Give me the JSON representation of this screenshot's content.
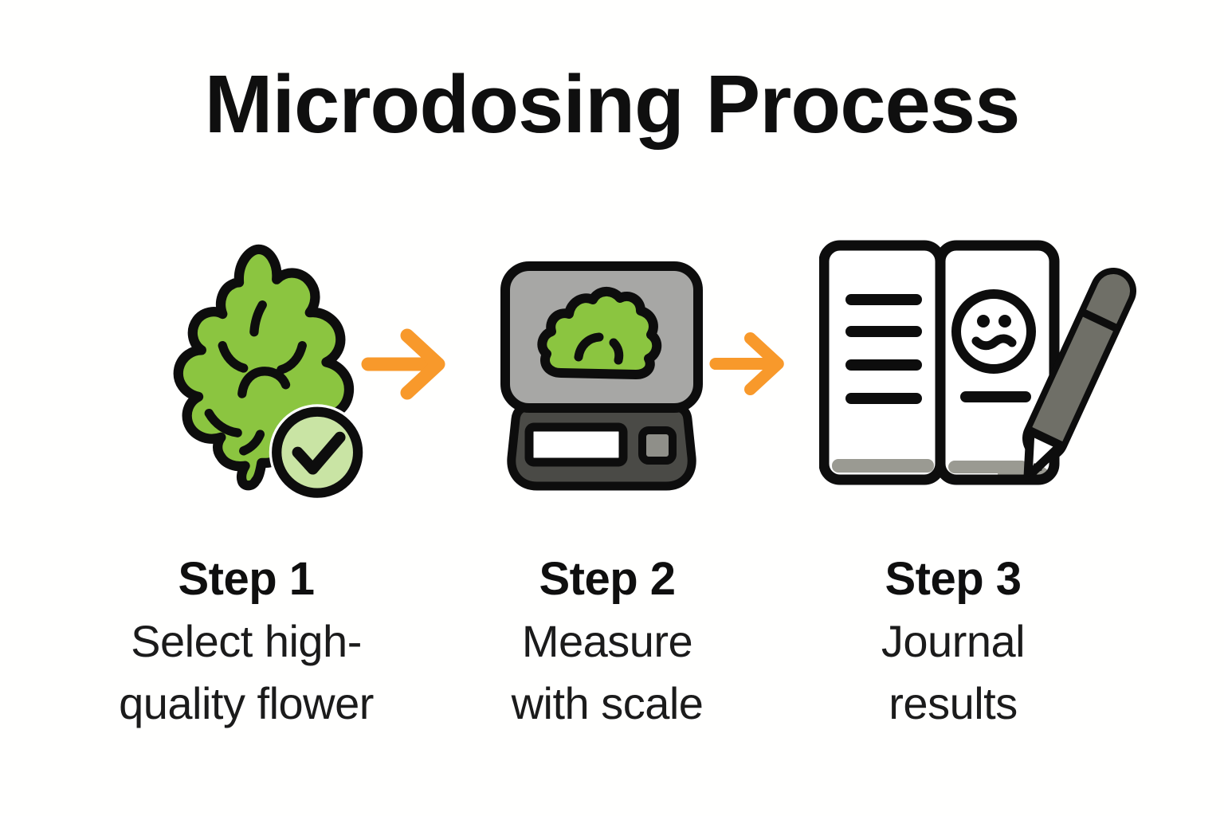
{
  "title": "Microdosing Process",
  "steps": [
    {
      "label": "Step 1",
      "description_lines": [
        "Select high-",
        "quality flower"
      ],
      "icon": "flower-with-checkmark-icon"
    },
    {
      "label": "Step 2",
      "description_lines": [
        "Measure",
        "with scale"
      ],
      "icon": "weighing-scale-icon"
    },
    {
      "label": "Step 3",
      "description_lines": [
        "Journal",
        "results"
      ],
      "icon": "journal-with-pen-icon"
    }
  ],
  "arrows": {
    "count": 2,
    "direction": "right"
  },
  "colors": {
    "background": "#fffffe",
    "text": "#0f0f0f",
    "outline": "#0d0d0d",
    "flower_green": "#8bc540",
    "check_circle_green": "#c9e4a4",
    "scale_top_gray": "#a7a7a5",
    "scale_base_gray": "#4a4a46",
    "scale_button_gray": "#8f8f89",
    "pencil_gray": "#6f6f67",
    "shadow_gray": "#9a9a92",
    "arrow_orange": "#f8992b"
  }
}
